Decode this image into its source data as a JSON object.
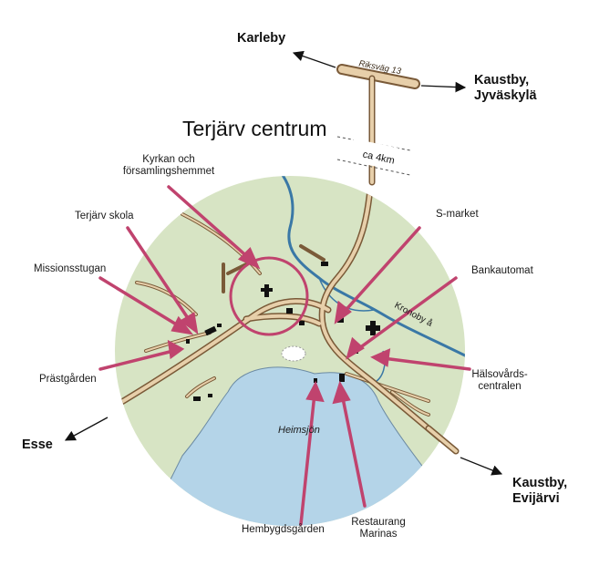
{
  "title": "Terjärv centrum",
  "road_label": "Riksväg 13",
  "distance_label": "ca 4km",
  "lake_label": "Heimsjön",
  "river_label": "Kronoby å",
  "destinations": {
    "karleby": "Karleby",
    "kaustby_jyvaskyla_1": "Kaustby,",
    "kaustby_jyvaskyla_2": "Jyväskylä",
    "esse": "Esse",
    "kaustby_evijarvi_1": "Kaustby,",
    "kaustby_evijarvi_2": "Evijärvi"
  },
  "places": {
    "kyrkan_1": "Kyrkan och",
    "kyrkan_2": "församlingshemmet",
    "skola": "Terjärv skola",
    "missionsstugan": "Missionsstugan",
    "prastgarden": "Prästgården",
    "smarket": "S-market",
    "bankautomat": "Bankautomat",
    "halso_1": "Hälsovårds-",
    "halso_2": "centralen",
    "hembygd": "Hembygdsgården",
    "restaurang_1": "Restaurang",
    "restaurang_2": "Marinas"
  },
  "colors": {
    "land": "#d7e4c4",
    "water": "#b4d4e8",
    "road_fill": "#e7cfaa",
    "road_edge": "#7a5a38",
    "pointer": "#c0436e",
    "river": "#3a78a6"
  }
}
